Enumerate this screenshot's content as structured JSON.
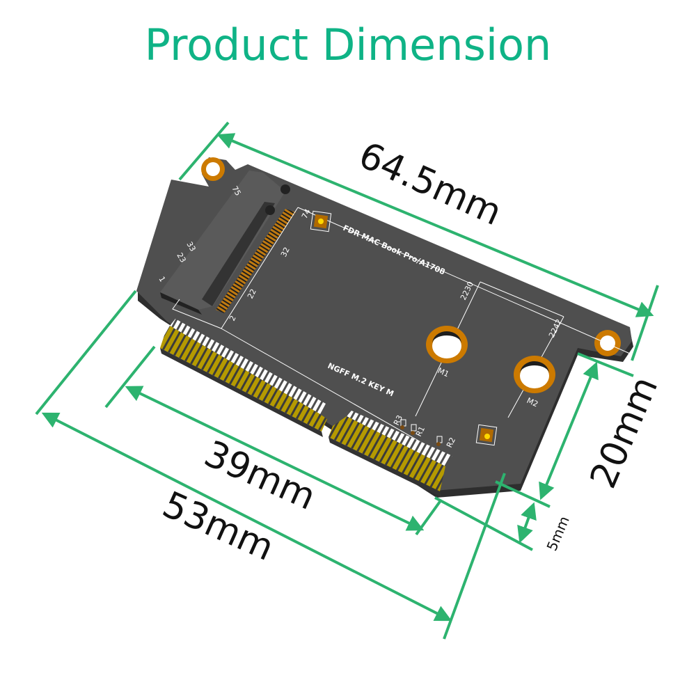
{
  "title": "Product Dimension",
  "colors": {
    "title": "#0fb386",
    "dimension_line": "#2db36f",
    "pcb": "#4d4d4d",
    "pad_ring": "#cc7a00",
    "gold_finger": "#b59a00",
    "silkscreen": "#ffffff"
  },
  "dimensions": {
    "length_total": "64.5mm",
    "width_main": "20mm",
    "finger_offset": "5mm",
    "edge_long": "53mm",
    "edge_short": "39mm"
  },
  "board": {
    "label_main": "FDR MAC Book Pro/A1708",
    "label_interface": "NGFF M.2 KEY M",
    "length_2230": "2230",
    "length_2242": "2242",
    "mount_1": "M1",
    "mount_2": "M2",
    "pin_75": "75",
    "pin_74": "74",
    "pin_33": "33",
    "pin_23": "23",
    "pin_1": "1",
    "pin_32": "32",
    "pin_22": "22",
    "pin_2": "2",
    "resistor_1": "R1",
    "resistor_2": "R2",
    "resistor_3": "R3"
  }
}
